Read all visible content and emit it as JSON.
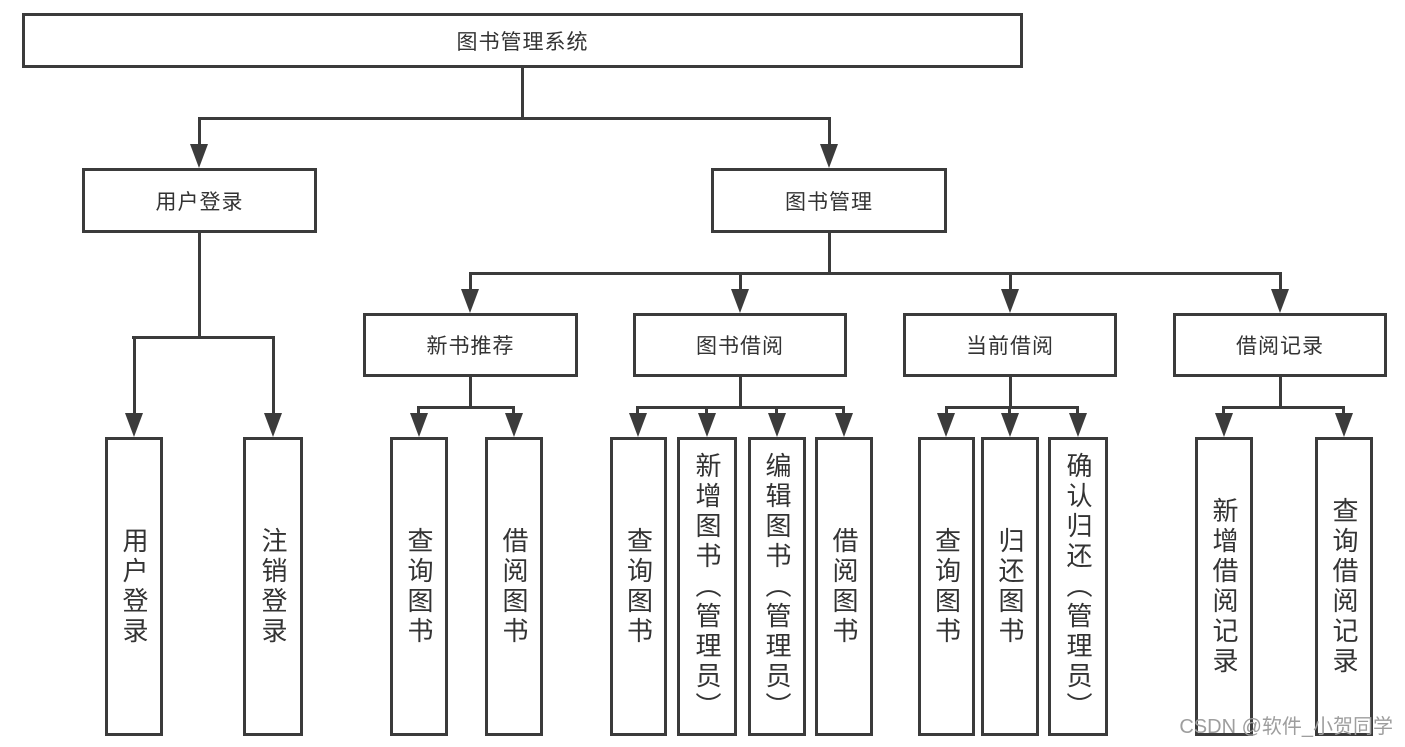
{
  "diagram": {
    "root": {
      "label": "图书管理系统"
    },
    "branches": [
      {
        "label": "用户登录",
        "children": [
          {
            "label": "用户登录"
          },
          {
            "label": "注销登录"
          }
        ]
      },
      {
        "label": "图书管理",
        "children": [
          {
            "label": "新书推荐",
            "children": [
              {
                "label": "查询图书"
              },
              {
                "label": "借阅图书"
              }
            ]
          },
          {
            "label": "图书借阅",
            "children": [
              {
                "label": "查询图书"
              },
              {
                "label": "新增图书（管理员）"
              },
              {
                "label": "编辑图书（管理员）"
              },
              {
                "label": "借阅图书"
              }
            ]
          },
          {
            "label": "当前借阅",
            "children": [
              {
                "label": "查询图书"
              },
              {
                "label": "归还图书"
              },
              {
                "label": "确认归还（管理员）"
              }
            ]
          },
          {
            "label": "借阅记录",
            "children": [
              {
                "label": "新增借阅记录"
              },
              {
                "label": "查询借阅记录"
              }
            ]
          }
        ]
      }
    ]
  },
  "watermark": {
    "text": "CSDN @软件_小贺同学"
  },
  "colors": {
    "line": "#3b3b3b",
    "text": "#333333",
    "watermark": "#9e9e9e",
    "bg": "#ffffff"
  }
}
